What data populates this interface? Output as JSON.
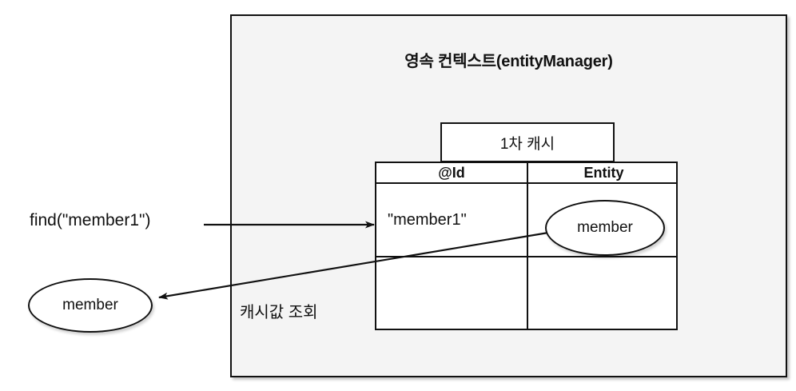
{
  "diagram": {
    "title": "영속 컨텍스트(entityManager)",
    "cache_tab_label": "1차 캐시",
    "table": {
      "headers": [
        "@Id",
        "Entity"
      ],
      "rows": [
        {
          "id": "\"member1\"",
          "entity": "member"
        },
        {
          "id": "",
          "entity": ""
        }
      ]
    },
    "labels": {
      "find_call": "find(\"member1\")",
      "cache_read": "캐시값 조회"
    },
    "returned_entity": "member",
    "colors": {
      "context_fill": "#f4f4f4",
      "stroke": "#111111",
      "table_fill": "#ffffff",
      "page_background": "#ffffff"
    }
  }
}
